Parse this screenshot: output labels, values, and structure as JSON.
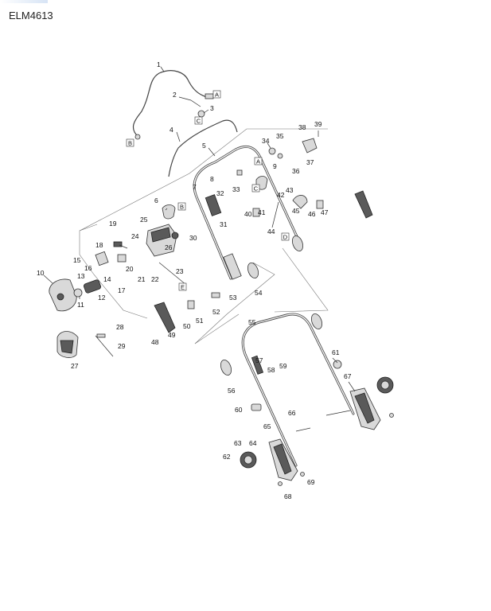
{
  "title": "ELM4613",
  "labels": {
    "n1": "1",
    "n2": "2",
    "n3": "3",
    "n4": "4",
    "n5": "5",
    "n6": "6",
    "n7": "7",
    "n8": "8",
    "n9": "9",
    "n10": "10",
    "n11": "11",
    "n12": "12",
    "n13": "13",
    "n14": "14",
    "n15": "15",
    "n16": "16",
    "n17": "17",
    "n18": "18",
    "n19": "19",
    "n20": "20",
    "n21": "21",
    "n22": "22",
    "n23": "23",
    "n24": "24",
    "n25": "25",
    "n26": "26",
    "n27": "27",
    "n28": "28",
    "n29": "29",
    "n30": "30",
    "n31": "31",
    "n32": "32",
    "n33": "33",
    "n34": "34",
    "n35": "35",
    "n36": "36",
    "n37": "37",
    "n38": "38",
    "n39": "39",
    "n40": "40",
    "n41": "41",
    "n42": "42",
    "n43": "43",
    "n44": "44",
    "n45": "45",
    "n46": "46",
    "n47": "47",
    "n48": "48",
    "n49": "49",
    "n50": "50",
    "n51": "51",
    "n52": "52",
    "n53": "53",
    "n54": "54",
    "n55": "55",
    "n56": "56",
    "n57": "57",
    "n58": "58",
    "n59": "59",
    "n60": "60",
    "n61": "61",
    "n62": "62",
    "n63": "63",
    "n64": "64",
    "n65": "65",
    "n66": "66",
    "n67": "67",
    "n68": "68",
    "n69": "69"
  },
  "callouts": {
    "A": "A",
    "B": "B",
    "C": "C",
    "D": "D",
    "E": "E"
  }
}
